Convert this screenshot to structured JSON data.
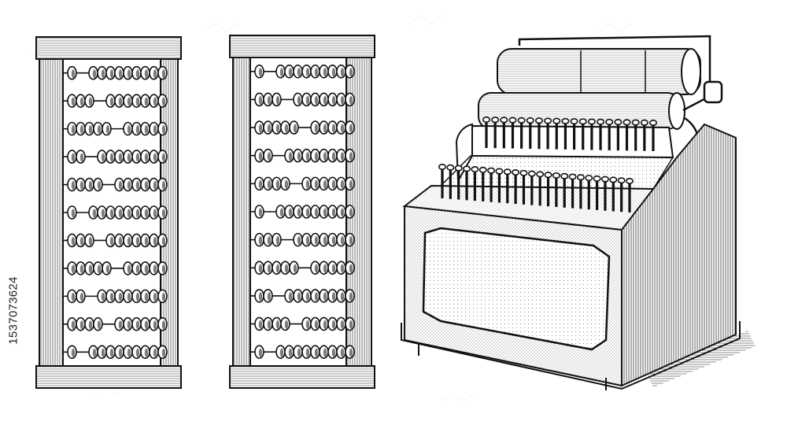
{
  "image": {
    "stock_id": "1537073624",
    "subjects": [
      "abacus-left",
      "abacus-center",
      "mechanical-calculator"
    ]
  },
  "colors": {
    "ink": "#111111",
    "paper": "#ffffff",
    "shade": "#555555",
    "watermark": "#e6e6e6"
  },
  "abacus_left": {
    "rods": 11,
    "beads_per_rod": [
      10,
      10,
      10,
      10,
      10,
      10,
      10,
      10,
      10,
      10,
      10
    ]
  },
  "abacus_center": {
    "rods": 11,
    "beads_per_rod": [
      10,
      10,
      10,
      10,
      10,
      10,
      10,
      10,
      10,
      10,
      10
    ]
  },
  "calculator": {
    "rollers": 2,
    "keys_front": 24,
    "keys_back": 20
  }
}
